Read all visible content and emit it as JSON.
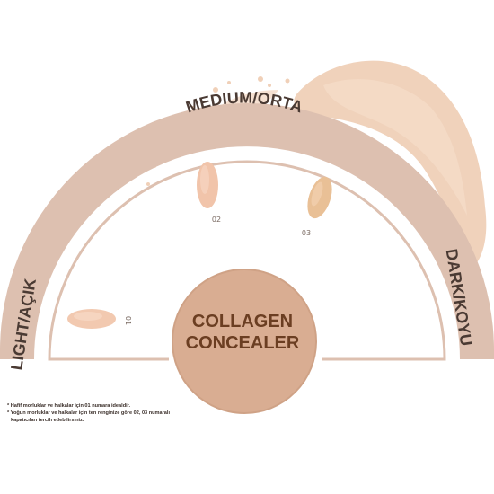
{
  "arc_labels": {
    "medium": "MEDIUM/ORTA",
    "light": "LIGHT/AÇIK",
    "dark": "DARK/KOYU"
  },
  "swatches": [
    {
      "code": "01",
      "color": "#f2c9b0"
    },
    {
      "code": "02",
      "color": "#f1c4aa"
    },
    {
      "code": "03",
      "color": "#e9c096"
    }
  ],
  "center": {
    "line1": "COLLAGEN",
    "line2": "CONCEALER",
    "color": "#d9ad92"
  },
  "arc_color": "#ddc0b0",
  "notes": [
    "* Hafif morluklar ve halkalar için 01 numara idealdir.",
    "* Yoğun morluklar ve halkalar için ten renginize göre 02, 03 numaralı kapatıcıları tercih edebilirsiniz."
  ]
}
